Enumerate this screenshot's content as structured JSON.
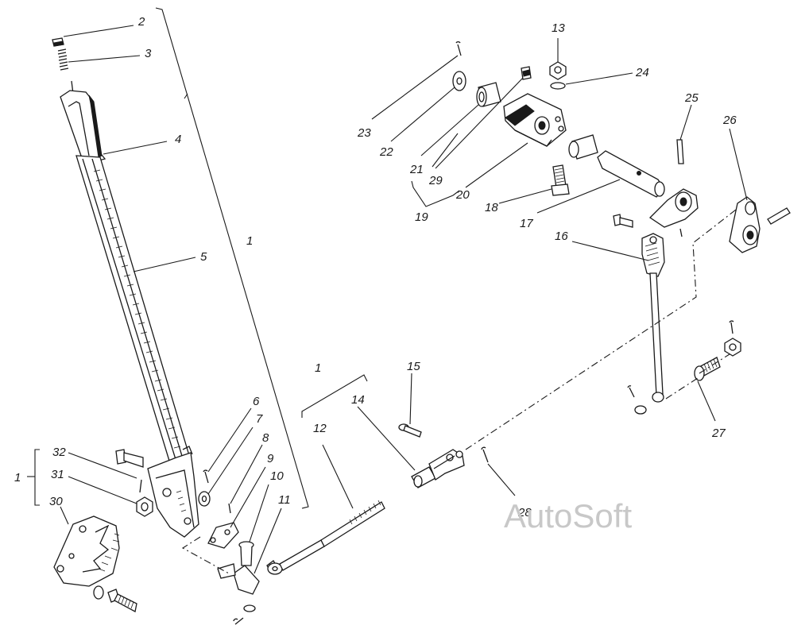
{
  "labels": {
    "l1a": "1",
    "l1b": "1",
    "l1c": "1",
    "l2": "2",
    "l3": "3",
    "l4": "4",
    "l5": "5",
    "l6": "6",
    "l7": "7",
    "l8": "8",
    "l9": "9",
    "l10": "10",
    "l11": "11",
    "l12": "12",
    "l13": "13",
    "l14": "14",
    "l15": "15",
    "l16": "16",
    "l17": "17",
    "l18": "18",
    "l19": "19",
    "l20": "20",
    "l21": "21",
    "l22": "22",
    "l23": "23",
    "l24": "24",
    "l25": "25",
    "l26": "26",
    "l27": "27",
    "l28": "28",
    "l29": "29",
    "l30": "30",
    "l31": "31",
    "l32": "32"
  },
  "watermark": "AutoSoft"
}
